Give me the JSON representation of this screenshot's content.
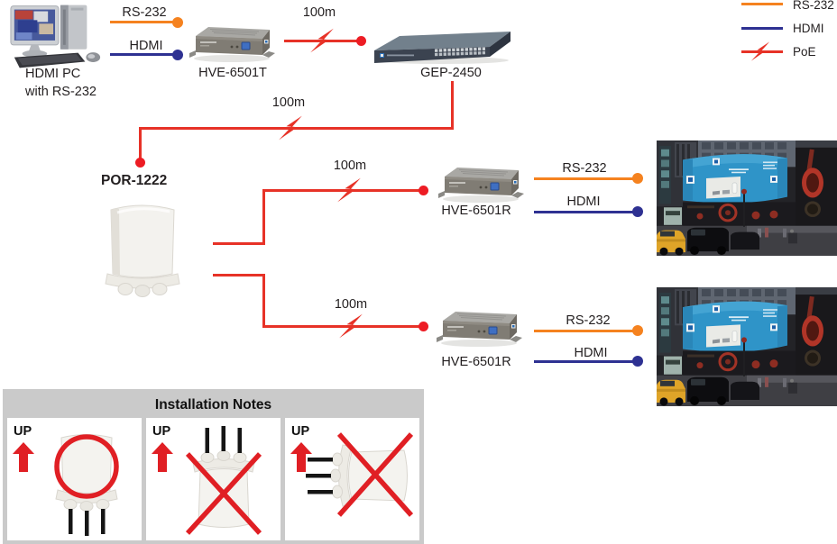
{
  "diagram": {
    "pc_label": "HDMI PC\nwith RS-232",
    "transmitter_label": "HVE-6501T",
    "switch_label": "GEP-2450",
    "outdoor_unit_label": "POR-1222",
    "receiver1_label": "HVE-6501R",
    "receiver2_label": "HVE-6501R"
  },
  "connections": {
    "pc_rs232_label": "RS-232",
    "pc_hdmi_label": "HDMI",
    "tx_to_switch_distance": "100m",
    "switch_to_outdoor_distance": "100m",
    "outdoor_to_rx1_distance": "100m",
    "outdoor_to_rx2_distance": "100m",
    "rx1_rs232_label": "RS-232",
    "rx1_hdmi_label": "HDMI",
    "rx2_rs232_label": "RS-232",
    "rx2_hdmi_label": "HDMI"
  },
  "legend": {
    "items": [
      {
        "label": "RS-232",
        "color": "#F5821F"
      },
      {
        "label": "HDMI",
        "color": "#2E3192"
      },
      {
        "label": "PoE",
        "color": "#E73227"
      }
    ]
  },
  "installation_notes": {
    "title": "Installation Notes",
    "cells": [
      {
        "up_label": "UP",
        "orientation": "upright-connectors-down",
        "status": "correct"
      },
      {
        "up_label": "UP",
        "orientation": "upside-down-connectors-up",
        "status": "incorrect"
      },
      {
        "up_label": "UP",
        "orientation": "sideways-connectors-left",
        "status": "incorrect"
      }
    ]
  },
  "colors": {
    "rs232": "#F5821F",
    "hdmi": "#2E3192",
    "poe": "#E73227",
    "marker_red": "#ED1C24"
  }
}
